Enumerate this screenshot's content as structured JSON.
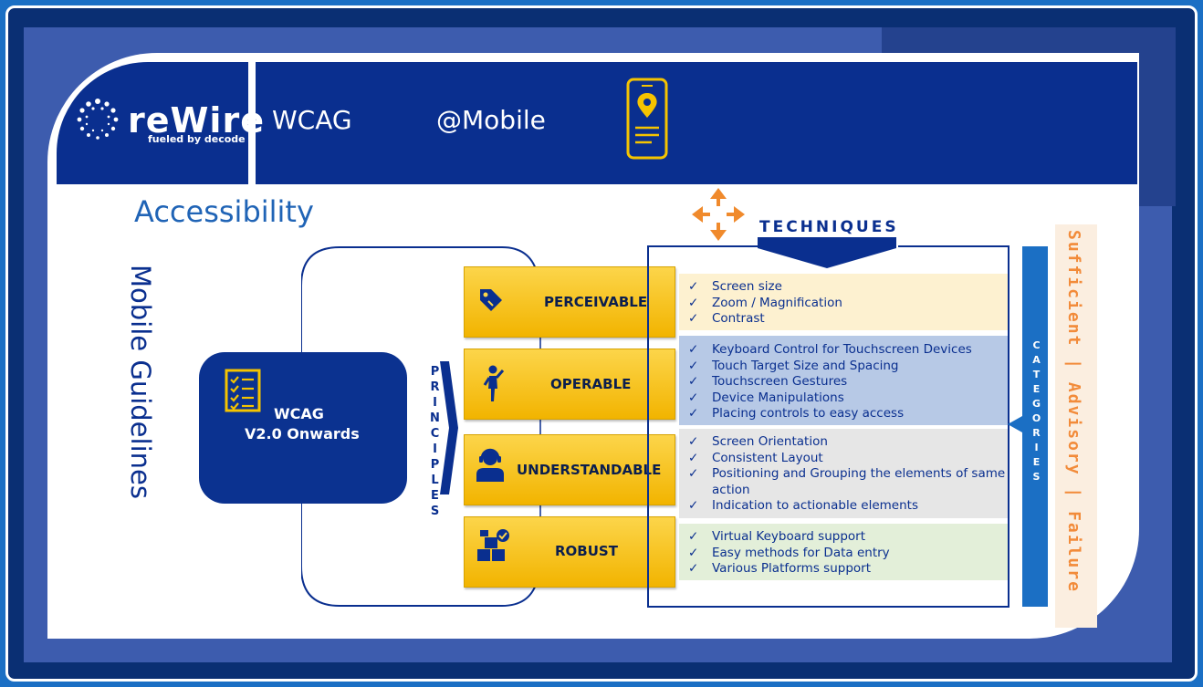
{
  "header": {
    "logo_text": "reWire",
    "logo_tagline": "fueled by decode",
    "title": "WCAG",
    "subtitle": "@Mobile"
  },
  "accessibility_label": "Accessibility",
  "mobile_guidelines_label": "Mobile Guidelines",
  "wcag_box": {
    "title": "WCAG",
    "subtitle": "V2.0 Onwards"
  },
  "principles_label": "PRINCIPLES",
  "techniques_label": "TECHNIQUES",
  "categories_label": "CATEGORIES",
  "category_types": "Sufficient | Advisory | Failure",
  "principles": [
    {
      "label": "PERCEIVABLE",
      "icon": "tag-icon",
      "techniques": [
        "Screen size",
        "Zoom / Magnification",
        "Contrast"
      ]
    },
    {
      "label": "OPERABLE",
      "icon": "gesture-person-icon",
      "techniques": [
        "Keyboard Control for Touchscreen Devices",
        "Touch Target Size and Spacing",
        "Touchscreen Gestures",
        "Device Manipulations",
        "Placing controls to easy access"
      ]
    },
    {
      "label": "UNDERSTANDABLE",
      "icon": "support-agent-icon",
      "techniques": [
        "Screen Orientation",
        "Consistent Layout",
        "Positioning and Grouping the elements of same action",
        "Indication to actionable elements"
      ]
    },
    {
      "label": "ROBUST",
      "icon": "boxes-check-icon",
      "techniques": [
        "Virtual Keyboard support",
        "Easy methods for Data entry",
        "Various Platforms support"
      ]
    }
  ],
  "colors": {
    "navy": "#0a2f8f",
    "accent_blue": "#1b6fc4",
    "gold": "#f2b400",
    "orange": "#f28b3a"
  }
}
